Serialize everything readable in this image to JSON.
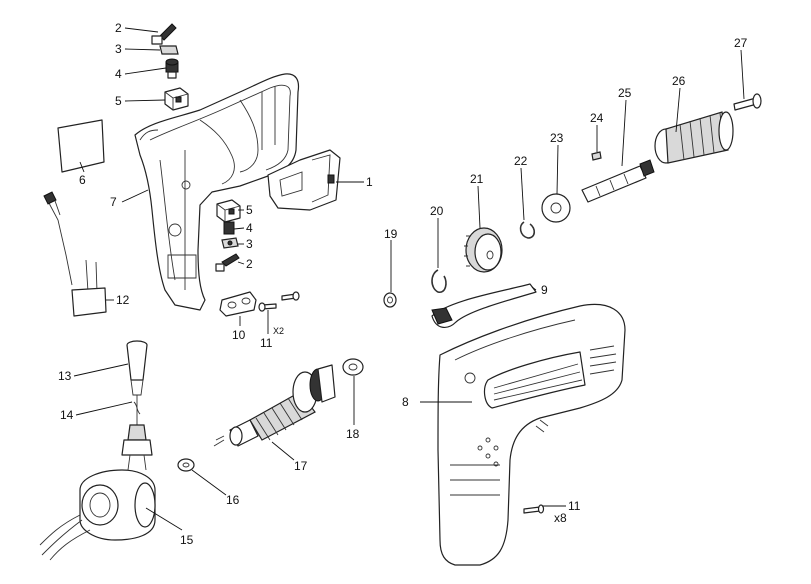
{
  "callouts": [
    {
      "id": "c2a",
      "text": "2"
    },
    {
      "id": "c3a",
      "text": "3"
    },
    {
      "id": "c4a",
      "text": "4"
    },
    {
      "id": "c5a",
      "text": "5"
    },
    {
      "id": "c6",
      "text": "6"
    },
    {
      "id": "c7",
      "text": "7"
    },
    {
      "id": "c1",
      "text": "1"
    },
    {
      "id": "c5b",
      "text": "5"
    },
    {
      "id": "c4b",
      "text": "4"
    },
    {
      "id": "c3b",
      "text": "3"
    },
    {
      "id": "c2b",
      "text": "2"
    },
    {
      "id": "c12",
      "text": "12"
    },
    {
      "id": "c10",
      "text": "10"
    },
    {
      "id": "c11a",
      "text": "11"
    },
    {
      "id": "c13",
      "text": "13"
    },
    {
      "id": "c14",
      "text": "14"
    },
    {
      "id": "c15",
      "text": "15"
    },
    {
      "id": "c16",
      "text": "16"
    },
    {
      "id": "c17",
      "text": "17"
    },
    {
      "id": "c18",
      "text": "18"
    },
    {
      "id": "c19",
      "text": "19"
    },
    {
      "id": "c20",
      "text": "20"
    },
    {
      "id": "c21",
      "text": "21"
    },
    {
      "id": "c22",
      "text": "22"
    },
    {
      "id": "c23",
      "text": "23"
    },
    {
      "id": "c24",
      "text": "24"
    },
    {
      "id": "c25",
      "text": "25"
    },
    {
      "id": "c26",
      "text": "26"
    },
    {
      "id": "c27",
      "text": "27"
    },
    {
      "id": "c9",
      "text": "9"
    },
    {
      "id": "c8",
      "text": "8"
    },
    {
      "id": "c11b",
      "text": "11"
    }
  ],
  "quantities": {
    "screws_11_housing": "X2",
    "screws_11_body": "x8"
  }
}
